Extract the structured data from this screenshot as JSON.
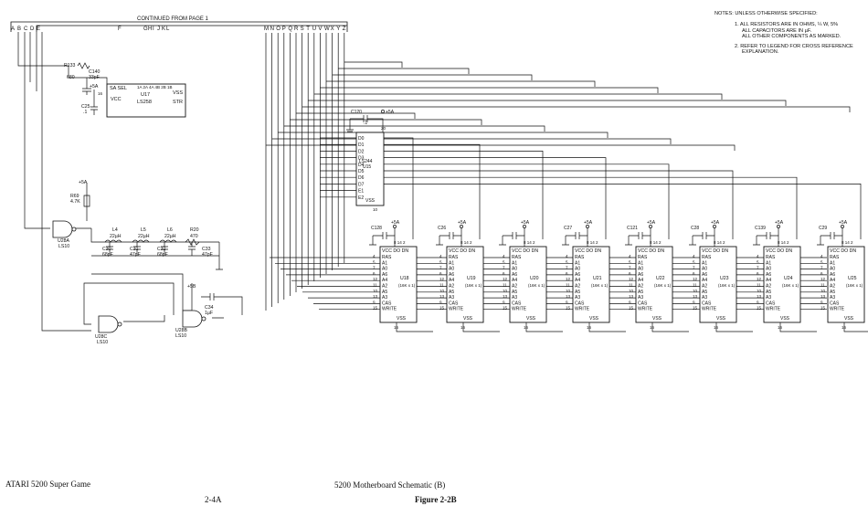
{
  "header": {
    "continued": "CONTINUED FROM PAGE 1",
    "left_letters": [
      "A",
      "B",
      "C",
      "D",
      "E"
    ],
    "mid_letter": "F",
    "mid_letters": [
      "G",
      "H",
      "I",
      "J",
      "K",
      "L"
    ],
    "right_letters": [
      "M",
      "N",
      "O",
      "P",
      "Q",
      "R",
      "S",
      "T",
      "U",
      "V",
      "W",
      "X",
      "Y",
      "Z"
    ]
  },
  "notes": {
    "title": "NOTES:   UNLESS OTHERWISE SPECIFIED:",
    "n1a": "1.  ALL RESISTORS ARE IN OHMS, ¼ W, 5%",
    "n1b": "ALL CAPACITORS ARE IN µF.",
    "n1c": "ALL OTHER COMPONENTS AS MARKED.",
    "n2a": "2.  REFER TO LEGEND FOR CROSS REFERENCE",
    "n2b": "EXPLANATION."
  },
  "u17": {
    "ref": "U17",
    "part": "LS258",
    "sel": "SA  SEL",
    "vcc": "VCC",
    "vss": "VSS",
    "str": "STR",
    "pins_top": "1A 2A 4A 4B 2B 1B",
    "pin16": "16"
  },
  "u15": {
    "ref": "U15",
    "part": "LS244",
    "vss": "VSS",
    "pins": [
      "D0",
      "D1",
      "D2",
      "D3",
      "D4",
      "D5",
      "D6",
      "D7",
      "E1",
      "E2"
    ],
    "pin20": "20",
    "pin10": "10"
  },
  "u28a": {
    "ref": "U28A",
    "part": "LS10"
  },
  "u28b": {
    "ref": "U28B",
    "part": "LS10"
  },
  "u28c": {
    "ref": "U28C",
    "part": "LS10"
  },
  "passives": {
    "r133": "R133",
    "r133v": "680",
    "c140": "C140",
    "c140v": "33pF",
    "c25": "C25",
    "c25v": ".1",
    "r69": "R69",
    "r69v": "4.7K",
    "l4": "L4",
    "l5": "L5",
    "l6": "L6",
    "lv": "22µH",
    "c30": "C30",
    "c30v": "68pF",
    "c31": "C31",
    "c31v": "47pF",
    "c32": "C32",
    "c32v": "68pF",
    "r20": "R20",
    "r20v": "470",
    "c33": "C33",
    "c33v": "47pF",
    "c34": "C34",
    "c34v": "1µF",
    "c120": "C120",
    "c120v": ".1",
    "plus5a": "+5A",
    "plus5b": "+5B"
  },
  "ram_common": {
    "pins_left": [
      "RAS",
      "A1",
      "A0",
      "A6",
      "A4",
      "A2",
      "A5",
      "A3",
      "CAS",
      "WRITE"
    ],
    "pin_nums": [
      "4",
      "5",
      "7",
      "6",
      "12",
      "11",
      "10",
      "13",
      "9",
      "15",
      "3"
    ],
    "top": "VCC DO DN",
    "vss": "VSS",
    "part": "(16K x 1)",
    "top_nums": "8  14  2",
    "pin16": "16"
  },
  "rams": [
    {
      "ref": "U18",
      "cap": "C128"
    },
    {
      "ref": "U19",
      "cap": "C26"
    },
    {
      "ref": "U20",
      "cap": ""
    },
    {
      "ref": "U21",
      "cap": "C27"
    },
    {
      "ref": "U22",
      "cap": "C121"
    },
    {
      "ref": "U23",
      "cap": "C28"
    },
    {
      "ref": "U24",
      "cap": "C139"
    },
    {
      "ref": "U25",
      "cap": "C29"
    }
  ],
  "footer": {
    "left": "ATARI 5200 Super Game",
    "center": "5200 Motherboard Schematic (B)",
    "page": "2-4A",
    "figure": "Figure 2-2B"
  }
}
